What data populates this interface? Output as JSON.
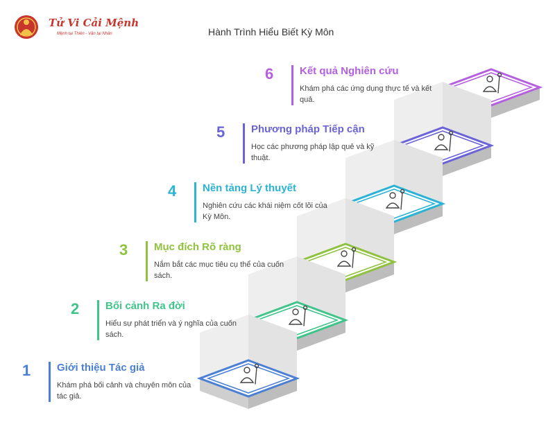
{
  "brand": {
    "name": "Tử Vi Cải Mệnh",
    "tagline": "Mệnh tại Thiên - Vận tại Nhân",
    "color": "#c8352d"
  },
  "title": "Hành Trình Hiểu Biết Kỳ Môn",
  "steps": [
    {
      "number": "1",
      "heading": "Giới thiệu Tác giả",
      "description": "Khám phá bối cảnh và chuyên môn của tác giả.",
      "color": "#4a7fd4",
      "icon": "author-with-staff-icon"
    },
    {
      "number": "2",
      "heading": "Bối cảnh Ra đời",
      "description": "Hiểu sự phát triển và ý nghĩa của cuốn sách.",
      "color": "#3fc48a",
      "icon": "person-raising-arms-icon"
    },
    {
      "number": "3",
      "heading": "Mục đích Rõ ràng",
      "description": "Nắm bắt các mục tiêu cụ thể của cuốn sách.",
      "color": "#8fc23e",
      "icon": "book-search-icon"
    },
    {
      "number": "4",
      "heading": "Nền tảng Lý thuyết",
      "description": "Nghiên cứu các khái niệm cốt lõi của Kỳ Môn.",
      "color": "#2bb3d6",
      "icon": "orbit-sparkle-icon"
    },
    {
      "number": "5",
      "heading": "Phương pháp Tiếp cận",
      "description": "Học các phương pháp lập quẻ và kỹ thuật.",
      "color": "#6a63d8",
      "icon": "pencil-location-icon"
    },
    {
      "number": "6",
      "heading": "Kết quả Nghiên cứu",
      "description": "Khám phá các ứng dụng thực tế và kết quả.",
      "color": "#b55fe0",
      "icon": "crystal-ball-eye-icon"
    }
  ]
}
